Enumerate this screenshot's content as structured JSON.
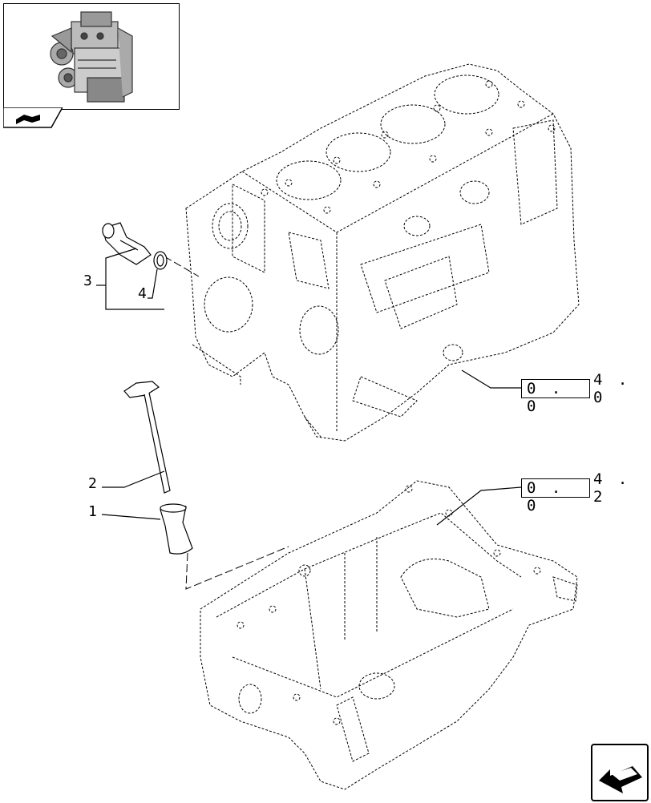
{
  "callouts": {
    "part1": "1",
    "part2": "2",
    "part3": "3",
    "part4": "4"
  },
  "references": {
    "block": {
      "boxed": "0 . 0",
      "rest": "4 . 0"
    },
    "sump": {
      "boxed": "0 . 0",
      "rest": "4 . 2"
    }
  },
  "icons": {
    "thumbnail": "engine-thumbnail-icon",
    "thumbnail_tab": "book-folder-icon",
    "nav": "back-arrow-icon"
  }
}
